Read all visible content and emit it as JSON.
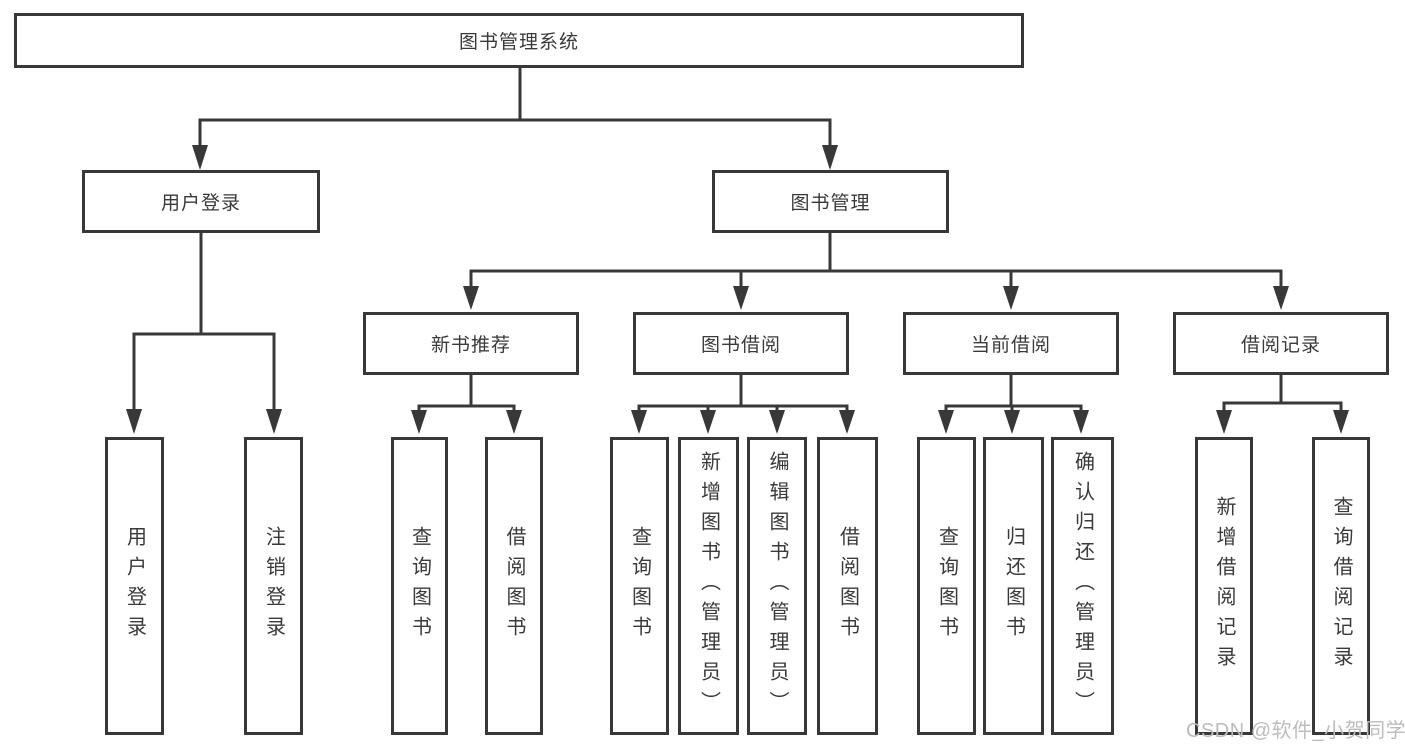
{
  "diagram_title": "图书管理系统",
  "tree": {
    "root": {
      "label": "图书管理系统",
      "children": [
        {
          "label": "用户登录",
          "children": [
            {
              "label": "用户登录"
            },
            {
              "label": "注销登录"
            }
          ]
        },
        {
          "label": "图书管理",
          "children": [
            {
              "label": "新书推荐",
              "children": [
                {
                  "label": "查询图书"
                },
                {
                  "label": "借阅图书"
                }
              ]
            },
            {
              "label": "图书借阅",
              "children": [
                {
                  "label": "查询图书"
                },
                {
                  "label": "新增图书（管理员）"
                },
                {
                  "label": "编辑图书（管理员）"
                },
                {
                  "label": "借阅图书"
                }
              ]
            },
            {
              "label": "当前借阅",
              "children": [
                {
                  "label": "查询图书"
                },
                {
                  "label": "归还图书"
                },
                {
                  "label": "确认归还（管理员）"
                }
              ]
            },
            {
              "label": "借阅记录",
              "children": [
                {
                  "label": "新增借阅记录"
                },
                {
                  "label": "查询借阅记录"
                }
              ]
            }
          ]
        }
      ]
    }
  },
  "watermark": "CSDN @软件_小贺同学",
  "colors": {
    "line": "#383838",
    "border": "#383838",
    "text": "#3a3a3a",
    "watermark": "#bcbcbc",
    "background": "#ffffff"
  }
}
